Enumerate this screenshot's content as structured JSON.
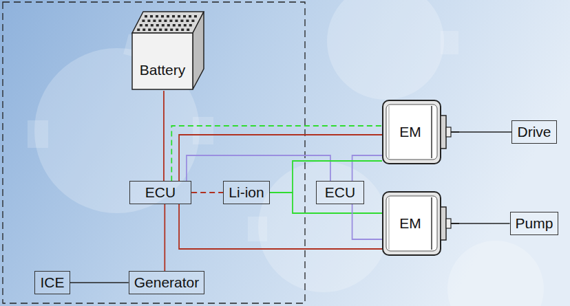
{
  "diagram": {
    "nodes": [
      {
        "text": [
          "Battery"
        ]
      },
      {
        "text": [
          "EM"
        ]
      },
      {
        "text": [
          "Drive"
        ]
      },
      {
        "text": [
          "ECU"
        ]
      },
      {
        "text": [
          "Li-ion"
        ]
      },
      {
        "text": [
          "ECU"
        ]
      },
      {
        "text": [
          "EM"
        ]
      },
      {
        "text": [
          "Pump"
        ]
      },
      {
        "text": [
          "ICE"
        ]
      },
      {
        "text": [
          "Generator"
        ]
      }
    ],
    "edges": [
      {
        "from": 0,
        "to": 3,
        "arrow": "none"
      },
      {
        "from": 3,
        "to": 4,
        "arrow": "none"
      },
      {
        "from": 3,
        "to": 1,
        "arrow": "none"
      },
      {
        "from": 3,
        "to": 1,
        "arrow": "none"
      },
      {
        "from": 3,
        "to": 5,
        "arrow": "none"
      },
      {
        "from": 5,
        "to": 1,
        "arrow": "none"
      },
      {
        "from": 4,
        "to": 1,
        "arrow": "none"
      },
      {
        "from": 4,
        "to": 6,
        "arrow": "none"
      },
      {
        "from": 5,
        "to": 6,
        "arrow": "none"
      },
      {
        "from": 3,
        "to": 6,
        "arrow": "none"
      },
      {
        "from": 1,
        "to": 2,
        "arrow": "none"
      },
      {
        "from": 6,
        "to": 7,
        "arrow": "none"
      },
      {
        "from": 3,
        "to": 9,
        "arrow": "none"
      },
      {
        "from": 8,
        "to": 9,
        "arrow": "none"
      }
    ]
  }
}
